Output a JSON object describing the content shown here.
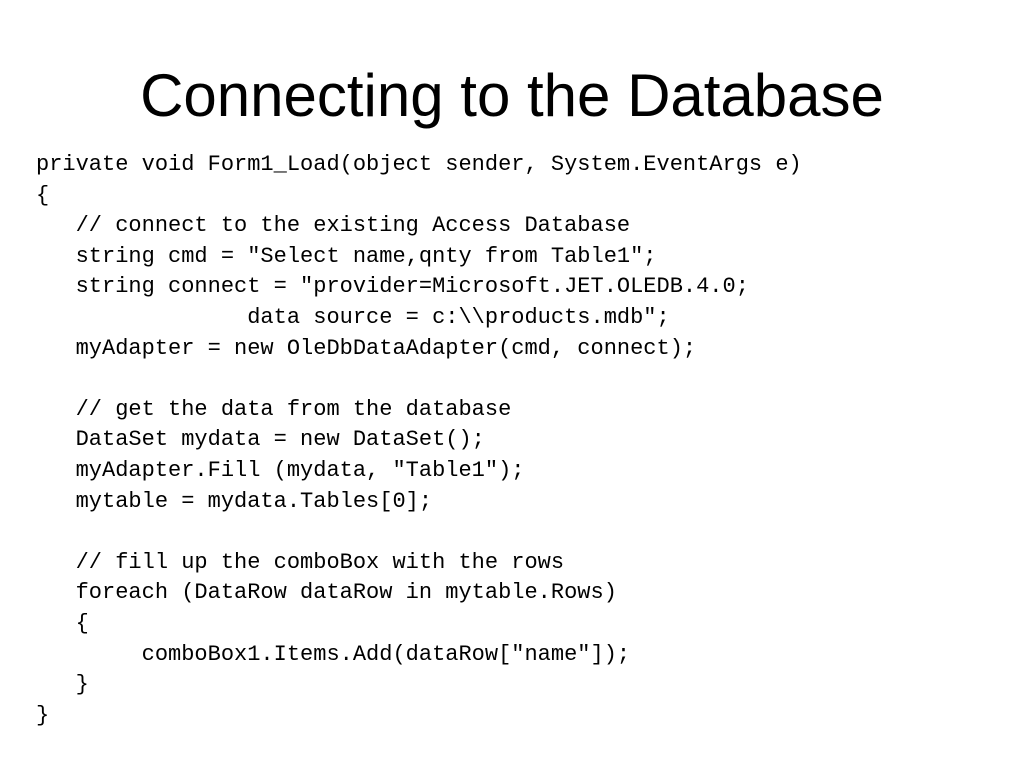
{
  "slide": {
    "title": "Connecting to the Database"
  },
  "code": {
    "lines": [
      "private void Form1_Load(object sender, System.EventArgs e)",
      "{",
      "   // connect to the existing Access Database",
      "   string cmd = \"Select name,qnty from Table1\";",
      "   string connect = \"provider=Microsoft.JET.OLEDB.4.0;",
      "                data source = c:\\\\products.mdb\";",
      "   myAdapter = new OleDbDataAdapter(cmd, connect);",
      "",
      "   // get the data from the database",
      "   DataSet mydata = new DataSet();",
      "   myAdapter.Fill (mydata, \"Table1\");",
      "   mytable = mydata.Tables[0];",
      "",
      "   // fill up the comboBox with the rows",
      "   foreach (DataRow dataRow in mytable.Rows)",
      "   {",
      "        comboBox1.Items.Add(dataRow[\"name\"]);",
      "   }",
      "}"
    ]
  }
}
